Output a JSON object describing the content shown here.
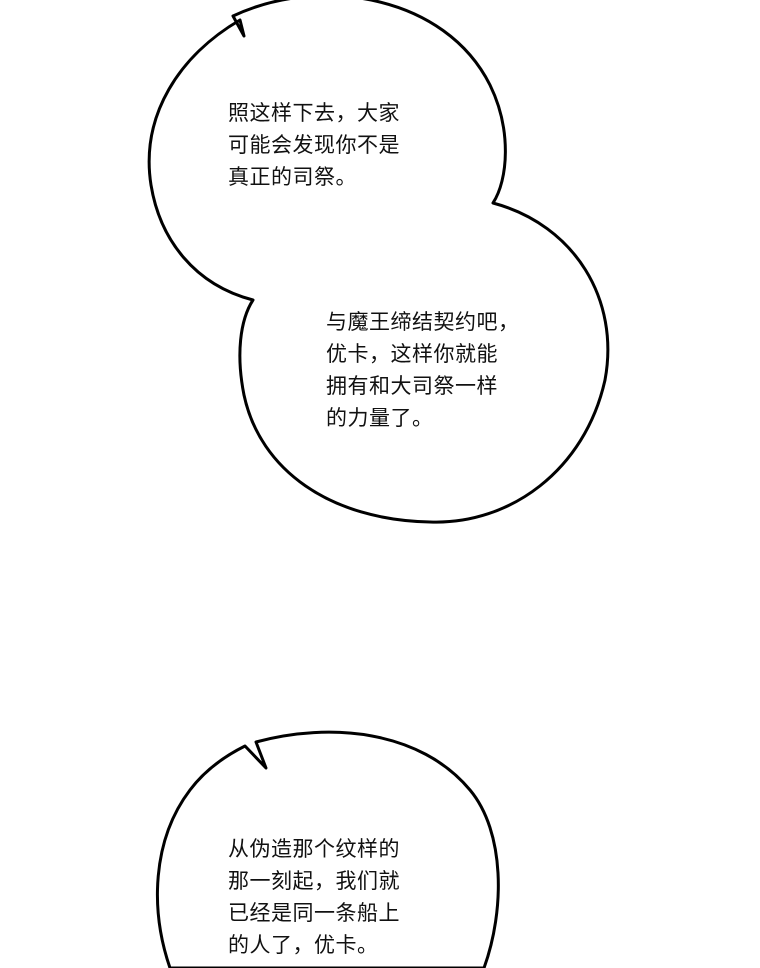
{
  "panel": {
    "background": "#ffffff"
  },
  "bubbles": [
    {
      "lines": [
        "照这样下去，大家",
        "可能会发现你不是",
        "真正的司祭。"
      ]
    },
    {
      "lines": [
        "与魔王缔结契约吧，",
        "优卡，这样你就能",
        "拥有和大司祭一样",
        "的力量了。"
      ]
    },
    {
      "lines": [
        "从伪造那个纹样的",
        "那一刻起，我们就",
        "已经是同一条船上",
        "的人了，优卡。"
      ]
    }
  ]
}
